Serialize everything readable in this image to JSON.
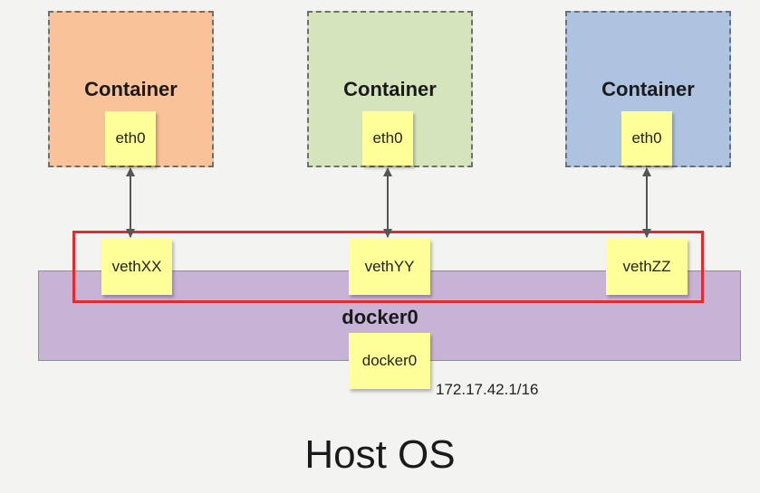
{
  "containers": [
    {
      "title": "Container",
      "interface": "eth0",
      "color": "#f9c298"
    },
    {
      "title": "Container",
      "interface": "eth0",
      "color": "#d6e4bc"
    },
    {
      "title": "Container",
      "interface": "eth0",
      "color": "#aec3df"
    }
  ],
  "veths": [
    "vethXX",
    "vethYY",
    "vethZZ"
  ],
  "bridge": {
    "title": "docker0",
    "interface": "docker0",
    "ip": "172.17.42.1/16",
    "color": "#c7b3d6"
  },
  "host": {
    "label": "Host OS"
  },
  "colors": {
    "note": "#ffff99",
    "highlight": "#e4292f",
    "arrow": "#555555"
  }
}
